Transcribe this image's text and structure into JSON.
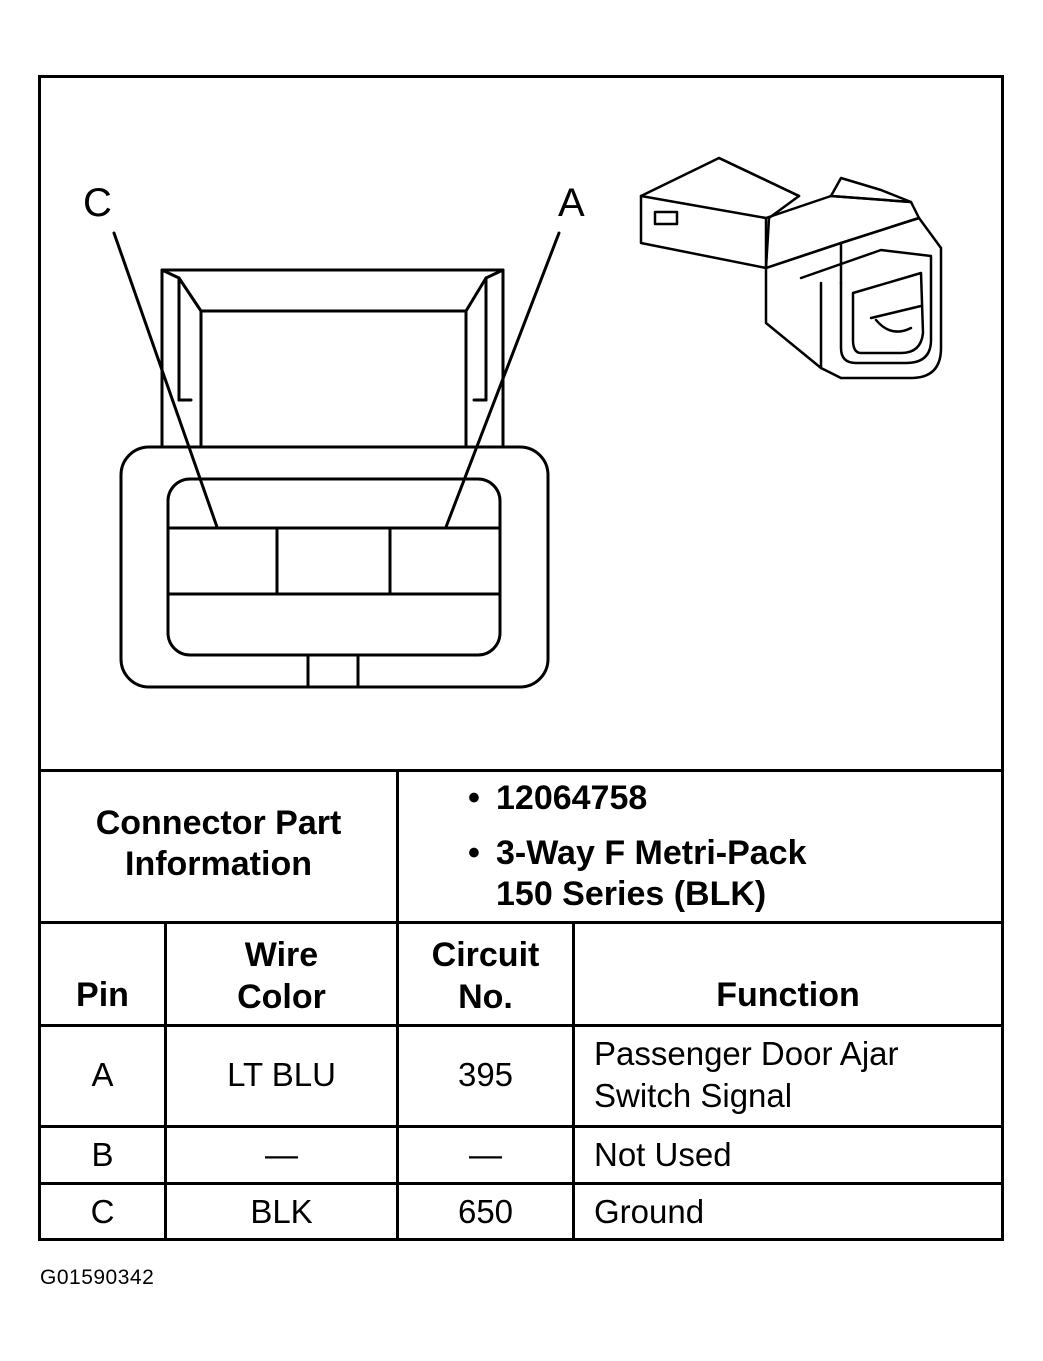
{
  "diagram": {
    "pin_labels": {
      "left": "C",
      "right": "A"
    }
  },
  "part_info": {
    "label": "Connector Part Information",
    "bullets": [
      {
        "symbol": "•",
        "text": "12064758"
      },
      {
        "symbol": "•",
        "text": "3-Way F Metri-Pack",
        "text2": "150 Series (BLK)"
      }
    ]
  },
  "table": {
    "headers": {
      "pin": "Pin",
      "wire_color_1": "Wire",
      "wire_color_2": "Color",
      "circuit_1": "Circuit",
      "circuit_2": "No.",
      "function": "Function"
    },
    "rows": [
      {
        "pin": "A",
        "wire": "LT BLU",
        "circuit": "395",
        "function_1": "Passenger Door Ajar",
        "function_2": "Switch Signal"
      },
      {
        "pin": "B",
        "wire": "—",
        "circuit": "—",
        "function_1": "Not Used",
        "function_2": ""
      },
      {
        "pin": "C",
        "wire": "BLK",
        "circuit": "650",
        "function_1": "Ground",
        "function_2": ""
      }
    ]
  },
  "figure_id": "G01590342"
}
